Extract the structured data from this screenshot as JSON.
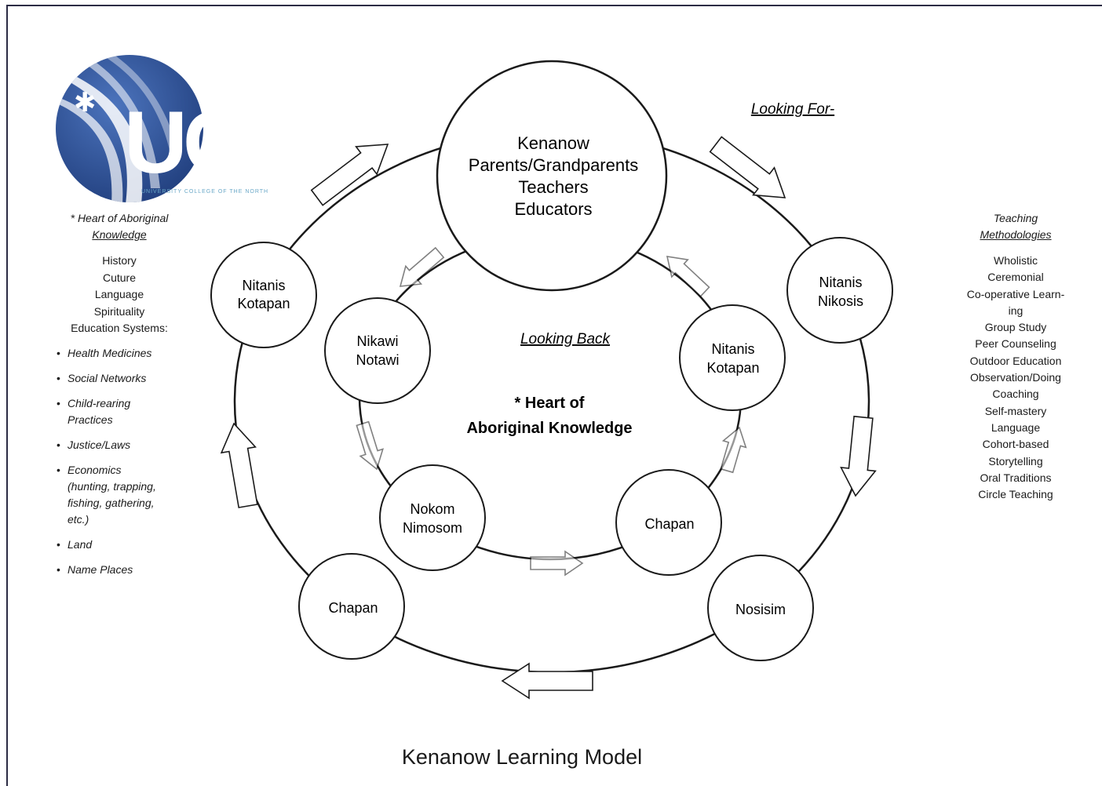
{
  "logo": {
    "text": "UCN",
    "subtitle": "UNIVERSITY COLLEGE OF THE NORTH",
    "colors": {
      "globe": "#3a5fa8",
      "globe_dark": "#22407f",
      "letters_light": "#8fd6d3",
      "swoosh": "#ffffff"
    }
  },
  "left_panel": {
    "heading_line1": "* Heart of Aboriginal",
    "heading_line2": "Knowledge",
    "topics": [
      "History",
      "Cuture",
      "Language",
      "Spirituality",
      "Education Systems:"
    ],
    "bullets": [
      "Health Medicines",
      "Social Networks",
      "Child-rearing\nPractices",
      "Justice/Laws",
      "Economics\n(hunting, trapping,\nfishing, gathering,\netc.)",
      "Land",
      "Name Places"
    ]
  },
  "right_panel": {
    "heading_line1": "Teaching",
    "heading_line2": "Methodologies",
    "methods": [
      "Wholistic",
      "Ceremonial",
      "Co-operative Learn-\ning",
      "Group Study",
      "Peer Counseling",
      "Outdoor Education",
      "Observation/Doing",
      "Coaching",
      "Self-mastery",
      "Language",
      "Cohort-based",
      "Storytelling",
      "Oral Traditions",
      "Circle Teaching"
    ]
  },
  "diagram": {
    "center_node": [
      "Kenanow",
      "Parents/Grandparents",
      "Teachers",
      "Educators"
    ],
    "looking_for": "Looking For-",
    "looking_back": "Looking Back",
    "heart_line1": "* Heart of",
    "heart_line2": "Aboriginal Knowledge",
    "outer_nodes": {
      "nitanis_nikosis": [
        "Nitanis",
        "Nikosis"
      ],
      "nosisim": [
        "Nosisim"
      ],
      "chapan": [
        "Chapan"
      ],
      "nitanis_kotapan": [
        "Nitanis",
        "Kotapan"
      ]
    },
    "inner_nodes": {
      "nikawi_notawi": [
        "Nikawi",
        "Notawi"
      ],
      "nokom_nimosom": [
        "Nokom",
        "Nimosom"
      ],
      "chapan": [
        "Chapan"
      ],
      "nitanis_kotapan": [
        "Nitanis",
        "Kotapan"
      ]
    }
  },
  "caption": "Kenanow Learning Model"
}
